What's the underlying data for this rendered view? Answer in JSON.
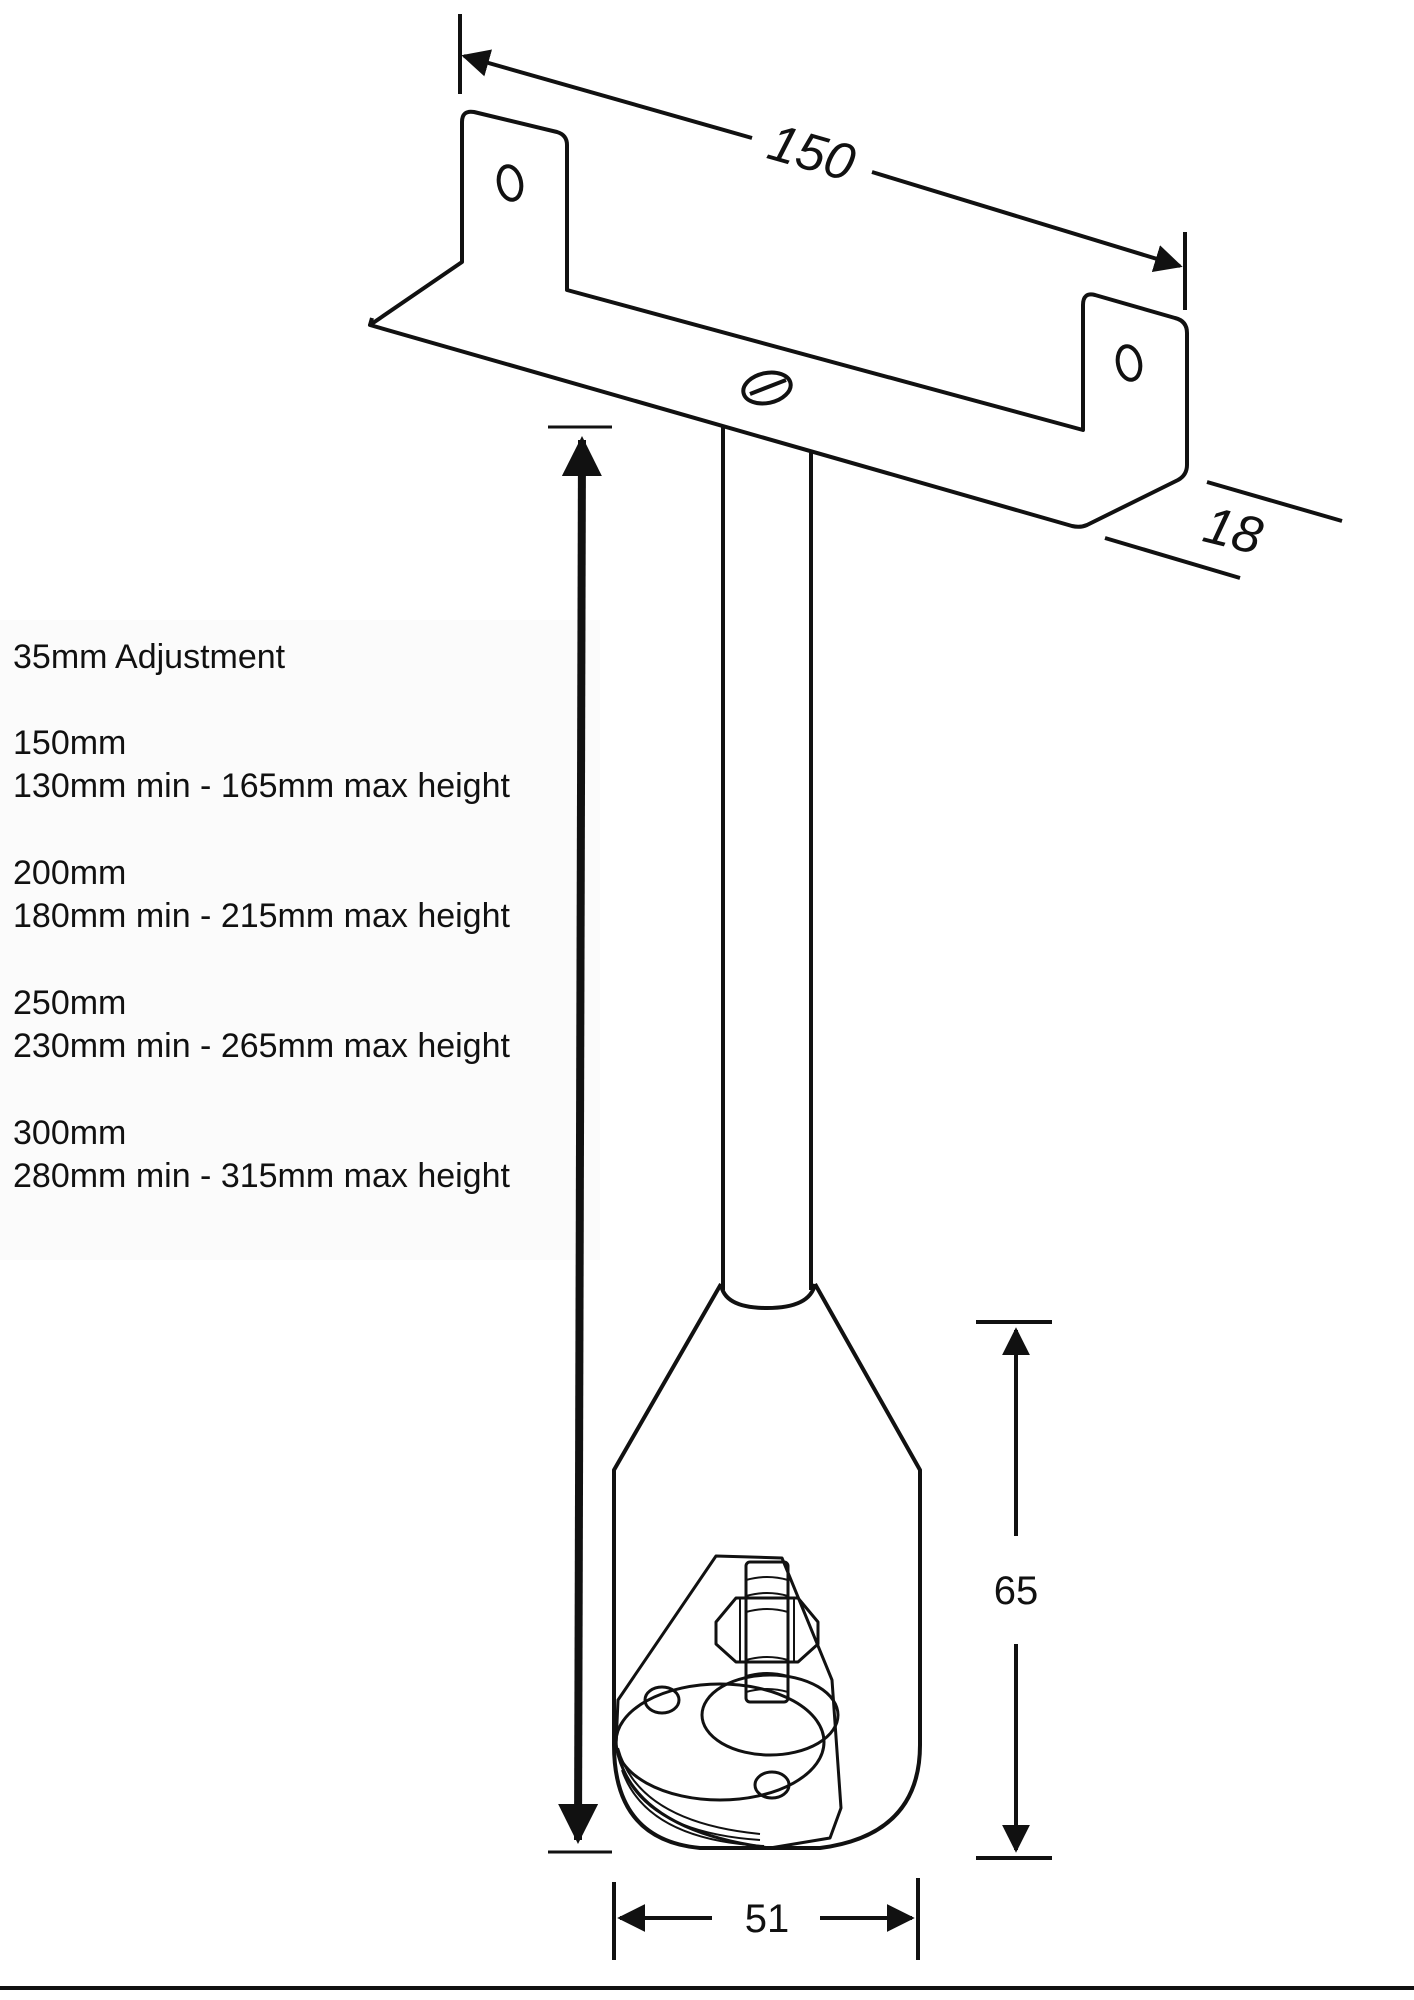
{
  "dimensions": {
    "width_label": "150",
    "depth_label": "18",
    "foot_height_label": "65",
    "foot_diameter_label": "51"
  },
  "spec": {
    "heading": "35mm Adjustment",
    "options": [
      {
        "size": "150mm",
        "range": "130mm min - 165mm max height"
      },
      {
        "size": "200mm",
        "range": "180mm min - 215mm max height"
      },
      {
        "size": "250mm",
        "range": "230mm min - 265mm max height"
      },
      {
        "size": "300mm",
        "range": "280mm min - 315mm max height"
      }
    ]
  },
  "colors": {
    "line": "#111111",
    "background": "#ffffff",
    "text_panel": "#fafafa"
  }
}
